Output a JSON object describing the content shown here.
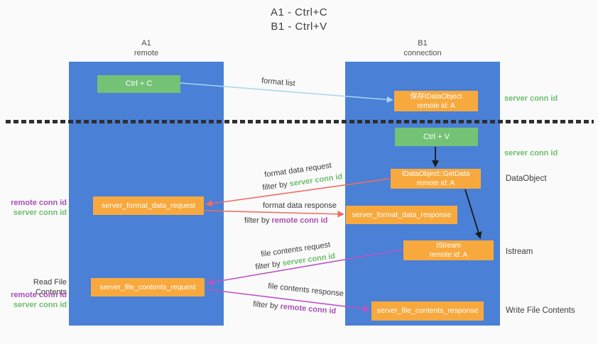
{
  "title": {
    "line1": "A1 - Ctrl+C",
    "line2": "B1 - Ctrl+V"
  },
  "lanes": {
    "left": {
      "name": "A1",
      "subtitle": "remote"
    },
    "right": {
      "name": "B1",
      "subtitle": "connection"
    }
  },
  "nodes": {
    "ctrl_c": {
      "label": "Ctrl + C"
    },
    "ctrl_v": {
      "label": "Ctrl + V"
    },
    "save_idataobject": {
      "title": "保存IDataObject",
      "subtitle": "remote id: A"
    },
    "getdata": {
      "title": "IDataObject::GetData",
      "subtitle": "remote id: A"
    },
    "istream": {
      "title": "IStream",
      "subtitle": "remote id: A"
    },
    "format_request": {
      "label": "server_format_data_request"
    },
    "format_response": {
      "label": "server_format_data_response"
    },
    "file_request": {
      "label": "server_file_contents_request"
    },
    "file_response": {
      "label": "server_file_contents_response"
    }
  },
  "arrows": {
    "format_list": {
      "label": "format list"
    },
    "format_data_request": {
      "label": "format data request",
      "filter_prefix": "filter by ",
      "filter_key": "server conn id"
    },
    "format_data_response": {
      "label": "format data response",
      "filter_prefix": "filter by ",
      "filter_key": "remote conn id"
    },
    "file_contents_request": {
      "label": "file contents request",
      "filter_prefix": "filter by ",
      "filter_key": "server conn id"
    },
    "file_contents_response": {
      "label": "file contents response",
      "filter_prefix": "filter by ",
      "filter_key": "remote conn id"
    }
  },
  "side_labels": {
    "right_server_conn_id_top": "server conn id",
    "right_server_conn_id_mid": "server conn id",
    "dataobject": "DataObject",
    "istream": "Istream",
    "write_file_contents": "Write File Contents",
    "left_remote_conn_id_top": "remote conn id",
    "left_server_conn_id_top": "server conn id",
    "read_file_contents": "Read File Contents",
    "left_remote_conn_id_bottom": "remote conn id",
    "left_server_conn_id_bottom": "server conn id"
  },
  "colors": {
    "background": "#fafafa",
    "lane_blue": "#4a80d6",
    "node_green": "#74c276",
    "node_orange": "#f8a93e",
    "arrow_light_blue": "#a9d5f0",
    "arrow_red": "#ee6d62",
    "arrow_magenta": "#bd53c5",
    "arrow_black": "#1a1a1a",
    "text_green": "#6cbf6d",
    "text_purple": "#a94fb5"
  }
}
